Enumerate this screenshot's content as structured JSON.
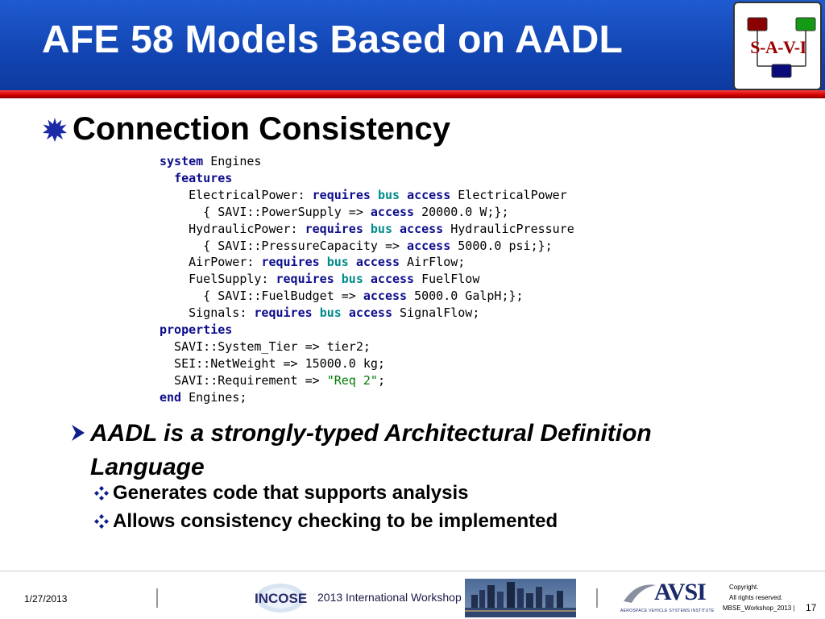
{
  "slide": {
    "title": "AFE 58 Models Based on AADL",
    "logo_text": "S-A-V-I",
    "bullet_main": "Connection Consistency"
  },
  "code": {
    "lines": [
      [
        [
          "kw",
          "system"
        ],
        [
          "t",
          " Engines"
        ]
      ],
      [
        [
          "t",
          "  "
        ],
        [
          "kw",
          "features"
        ]
      ],
      [
        [
          "t",
          "    ElectricalPower: "
        ],
        [
          "kw",
          "requires"
        ],
        [
          "t",
          " "
        ],
        [
          "kt",
          "bus"
        ],
        [
          "t",
          " "
        ],
        [
          "kw",
          "access"
        ],
        [
          "t",
          " ElectricalPower"
        ]
      ],
      [
        [
          "t",
          "      { SAVI::PowerSupply => "
        ],
        [
          "kw",
          "access"
        ],
        [
          "t",
          " 20000.0 W;};"
        ]
      ],
      [
        [
          "t",
          "    HydraulicPower: "
        ],
        [
          "kw",
          "requires"
        ],
        [
          "t",
          " "
        ],
        [
          "kt",
          "bus"
        ],
        [
          "t",
          " "
        ],
        [
          "kw",
          "access"
        ],
        [
          "t",
          " HydraulicPressure"
        ]
      ],
      [
        [
          "t",
          "      { SAVI::PressureCapacity => "
        ],
        [
          "kw",
          "access"
        ],
        [
          "t",
          " 5000.0 psi;};"
        ]
      ],
      [
        [
          "t",
          "    AirPower: "
        ],
        [
          "kw",
          "requires"
        ],
        [
          "t",
          " "
        ],
        [
          "kt",
          "bus"
        ],
        [
          "t",
          " "
        ],
        [
          "kw",
          "access"
        ],
        [
          "t",
          " AirFlow;"
        ]
      ],
      [
        [
          "t",
          "    FuelSupply: "
        ],
        [
          "kw",
          "requires"
        ],
        [
          "t",
          " "
        ],
        [
          "kt",
          "bus"
        ],
        [
          "t",
          " "
        ],
        [
          "kw",
          "access"
        ],
        [
          "t",
          " FuelFlow"
        ]
      ],
      [
        [
          "t",
          "      { SAVI::FuelBudget => "
        ],
        [
          "kw",
          "access"
        ],
        [
          "t",
          " 5000.0 GalpH;};"
        ]
      ],
      [
        [
          "t",
          "    Signals: "
        ],
        [
          "kw",
          "requires"
        ],
        [
          "t",
          " "
        ],
        [
          "kt",
          "bus"
        ],
        [
          "t",
          " "
        ],
        [
          "kw",
          "access"
        ],
        [
          "t",
          " SignalFlow;"
        ]
      ],
      [
        [
          "kw",
          "properties"
        ]
      ],
      [
        [
          "t",
          "  SAVI::System_Tier => tier2;"
        ]
      ],
      [
        [
          "t",
          "  SEI::NetWeight => 15000.0 kg;"
        ]
      ],
      [
        [
          "t",
          "  SAVI::Requirement => "
        ],
        [
          "str",
          "\"Req 2\""
        ],
        [
          "t",
          ";"
        ]
      ],
      [
        [
          "kw",
          "end"
        ],
        [
          "t",
          " Engines;"
        ]
      ]
    ]
  },
  "bullets": {
    "sub1": "AADL is a strongly-typed Architectural Definition Language",
    "sub2": [
      "Generates code that supports analysis",
      "Allows consistency checking to be implemented"
    ]
  },
  "footer": {
    "date": "1/27/2013",
    "incose": "INCOSE",
    "workshop": "2013 International Workshop",
    "avsi": "AVSI",
    "avsi_sub": "AEROSPACE VEHICLE SYSTEMS INSTITUTE",
    "copyright_1": "Copyright.",
    "copyright_2": "All rights reserved.",
    "doc": "MBSE_Workshop_2013 |",
    "page": "17"
  },
  "colors": {
    "header_blue": "#1346b4",
    "accent_red": "#d00000",
    "code_keyword": "#0d0d8c",
    "code_type": "#008b8b",
    "code_string": "#007a00"
  }
}
